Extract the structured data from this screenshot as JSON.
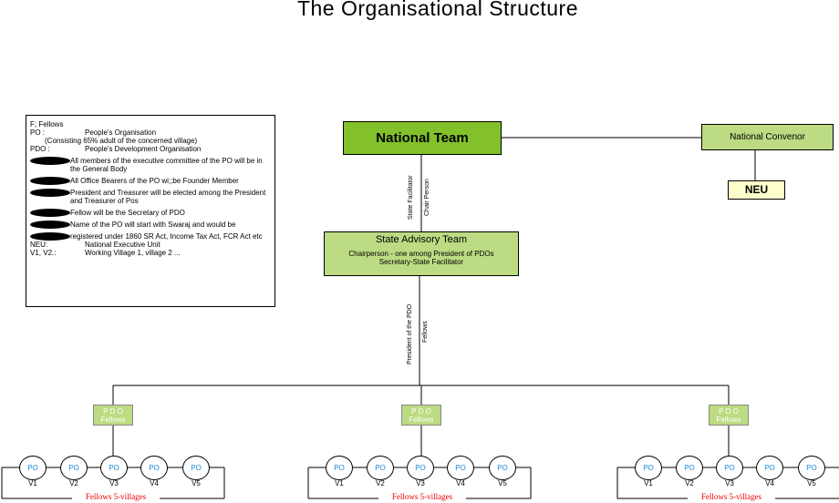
{
  "title": "The Organisational Structure",
  "legend": {
    "defs": [
      {
        "key": "F;",
        "value": "Fellows"
      },
      {
        "key": "PO :",
        "value": "People's Organisation"
      }
    ],
    "po_note": "(Consisting 65% adult of the concerned village)",
    "pdo": {
      "key": "PDO :",
      "value": "People's Development Organisation"
    },
    "bullets": [
      "All members of the executive committee of the PO will be in the General Body",
      "All Office Bearers of the PO wi;;be Founder Member",
      "President and Treasurer will be elected among the President and Treasurer of Pos",
      "Fellow will be the Secretary of PDO",
      "Name of the PO will start with Swaraj and would be",
      "registered under 1860 SR Act, Income Tax Act, FCR Act etc"
    ],
    "tail": [
      {
        "key": "NEU:",
        "value": "National Executive Unit"
      },
      {
        "key": "V1, V2.:",
        "value": "Working Village 1, village 2 ..."
      }
    ]
  },
  "national_team": "National Team",
  "national_convenor": "National Convenor",
  "neu": "NEU",
  "link1": {
    "left": "State Facilitator",
    "right": "Chair Person"
  },
  "state_team": {
    "title": "State Advisory Team",
    "line1": "Chairperson - one among President of PDOs",
    "line2": "Secretary-State Facilitator"
  },
  "link2": {
    "left": "President of the PDO",
    "right": "Fellows"
  },
  "groups": [
    {
      "pdo": "P D O",
      "fellows": "Fellows",
      "po": "PO",
      "villages": [
        "V1",
        "V2",
        "V3",
        "V4",
        "V5"
      ],
      "footer": "Fellows 5-villages"
    },
    {
      "pdo": "P D O",
      "fellows": "Fellows",
      "po": "PO",
      "villages": [
        "V1",
        "V2",
        "V3",
        "V4",
        "V5"
      ],
      "footer": "Fellows 5-villages"
    },
    {
      "pdo": "P D O",
      "fellows": "Fellows",
      "po": "PO",
      "villages": [
        "V1",
        "V2",
        "V3",
        "V4",
        "V5"
      ],
      "footer": "Fellows 5-villages"
    }
  ]
}
